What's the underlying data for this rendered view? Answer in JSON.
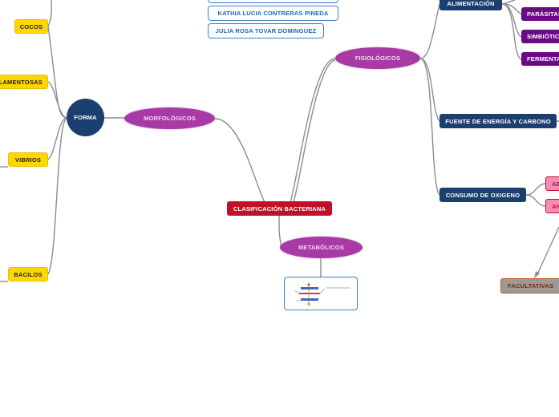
{
  "nodes": {
    "central": "CLASIFICACIÓN BACTERIANA",
    "morfologicos": "MORFOLÓGICOS",
    "fisiologicos": "FISIOLÓGICOS",
    "metabolicos": "METABÓLICOS",
    "forma": "FORMA",
    "cocos": "COCOS",
    "filamentosas": "FILAMENTOSAS",
    "vibrios": "VIBRIOS",
    "bacilos": "BACILOS",
    "alimentacion": "ALIMENTACIÓN",
    "parasitas": "PARÁSITAS",
    "simbioticas": "SIMBIÓTICAS",
    "fermentadoras": "FERMENTADORAS",
    "fuente_energia": "FUENTE DE ENERGÍA Y CARBONO",
    "consumo_oxigeno": "CONSUMO DE OXIGENO",
    "aerobias": "AEROBIAS",
    "anaerobias": "ANAEROBIAS",
    "facultativas": "FACULTATIVAS"
  },
  "authors": {
    "author_2": "KATHIA LUCIA   CONTRERAS PINEDA",
    "author_3": "JULIA ROSA TOVAR DOMINGUEZ"
  },
  "thumbnail": {
    "caption": "metabolic pathway diagram"
  },
  "colors": {
    "yellow": "#ffd700",
    "purple": "#a83aa6",
    "navy": "#1b3f6e",
    "red": "#c0102a",
    "violet": "#6a0a8a",
    "pink": "#f48cb5",
    "grey": "#9a9a9a",
    "link": "#8c8c8c"
  }
}
